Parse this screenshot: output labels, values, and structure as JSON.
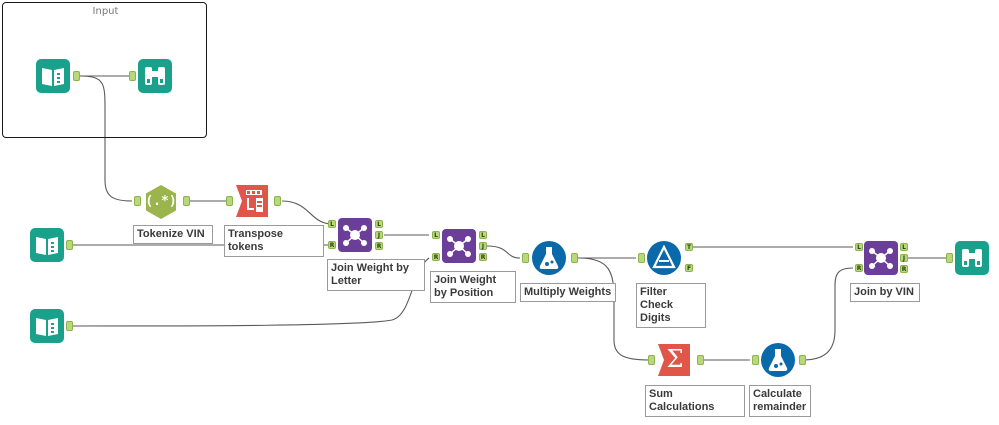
{
  "container": {
    "title": "Input"
  },
  "tools": {
    "input1": {
      "type": "input",
      "icon": "book-icon"
    },
    "browse1": {
      "type": "browse",
      "icon": "binoculars-icon"
    },
    "input2": {
      "type": "input",
      "icon": "book-icon"
    },
    "input3": {
      "type": "input",
      "icon": "book-icon"
    },
    "regex": {
      "type": "regex",
      "glyph": "(.*)",
      "label": "Tokenize VIN"
    },
    "transpose": {
      "type": "transpose",
      "label": "Transpose tokens"
    },
    "join1": {
      "type": "join",
      "label": "Join Weight by Letter"
    },
    "join2": {
      "type": "join",
      "label": "Join Weight by Position"
    },
    "formula1": {
      "type": "formula",
      "label": "Multiply Weights"
    },
    "filter": {
      "type": "filter",
      "label": "Filter Check Digits"
    },
    "summarize": {
      "type": "summarize",
      "glyph": "Σ",
      "label": "Sum Calculations"
    },
    "formula2": {
      "type": "formula",
      "label": "Calculate remainder"
    },
    "join3": {
      "type": "join",
      "label": "Join by VIN"
    },
    "browse2": {
      "type": "browse",
      "icon": "binoculars-icon"
    }
  },
  "anchor_letters": {
    "left": "L",
    "right": "R",
    "join": "J",
    "true": "T",
    "false": "F"
  },
  "colors": {
    "input": "#1aa18c",
    "regex": "#9bb44c",
    "transpose": "#e0574a",
    "join": "#6b3e99",
    "formula": "#0a69a8",
    "filter": "#0a69a8",
    "summarize": "#e0574a",
    "anchor": "#b7d97a",
    "connector": "#5a5a5a"
  }
}
